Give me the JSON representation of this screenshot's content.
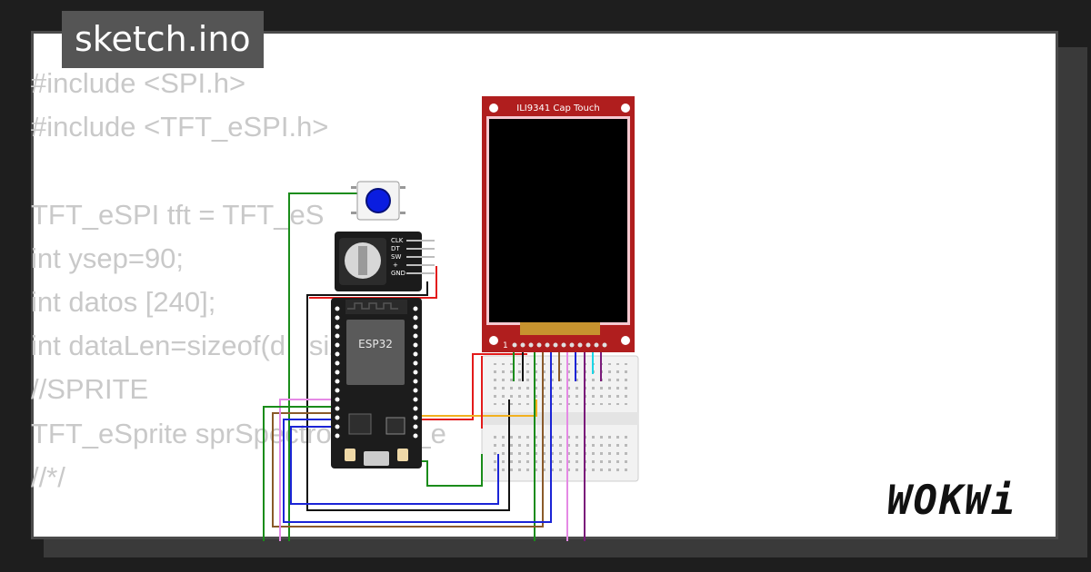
{
  "sketch": {
    "filename": "sketch.ino"
  },
  "code_lines": [
    "#include <SPI.h>",
    "#include <TFT_eSPI.h>",
    "",
    "TFT_eSPI tft = TFT_eS",
    "int ysep=90;",
    "int datos [240];",
    "int dataLen=sizeof(d   sizeo",
    "//SPRITE",
    "TFT_eSprite sprSpectro = TFT_e",
    "//*/"
  ],
  "components": {
    "display_label": "ILI9341 Cap Touch",
    "mcu_label": "ESP32",
    "encoder_pins": [
      "CLK",
      "DT",
      "SW",
      "+",
      "GND"
    ],
    "display_pin1": "1"
  },
  "brand": {
    "logo_text": "WOKWi"
  },
  "colors": {
    "background": "#1e1e1e",
    "card": "#ffffff",
    "title_tag": "#555555",
    "code_text": "#c9c9c9",
    "display_pcb": "#b01e1e",
    "button_cap": "#0a1de0"
  }
}
